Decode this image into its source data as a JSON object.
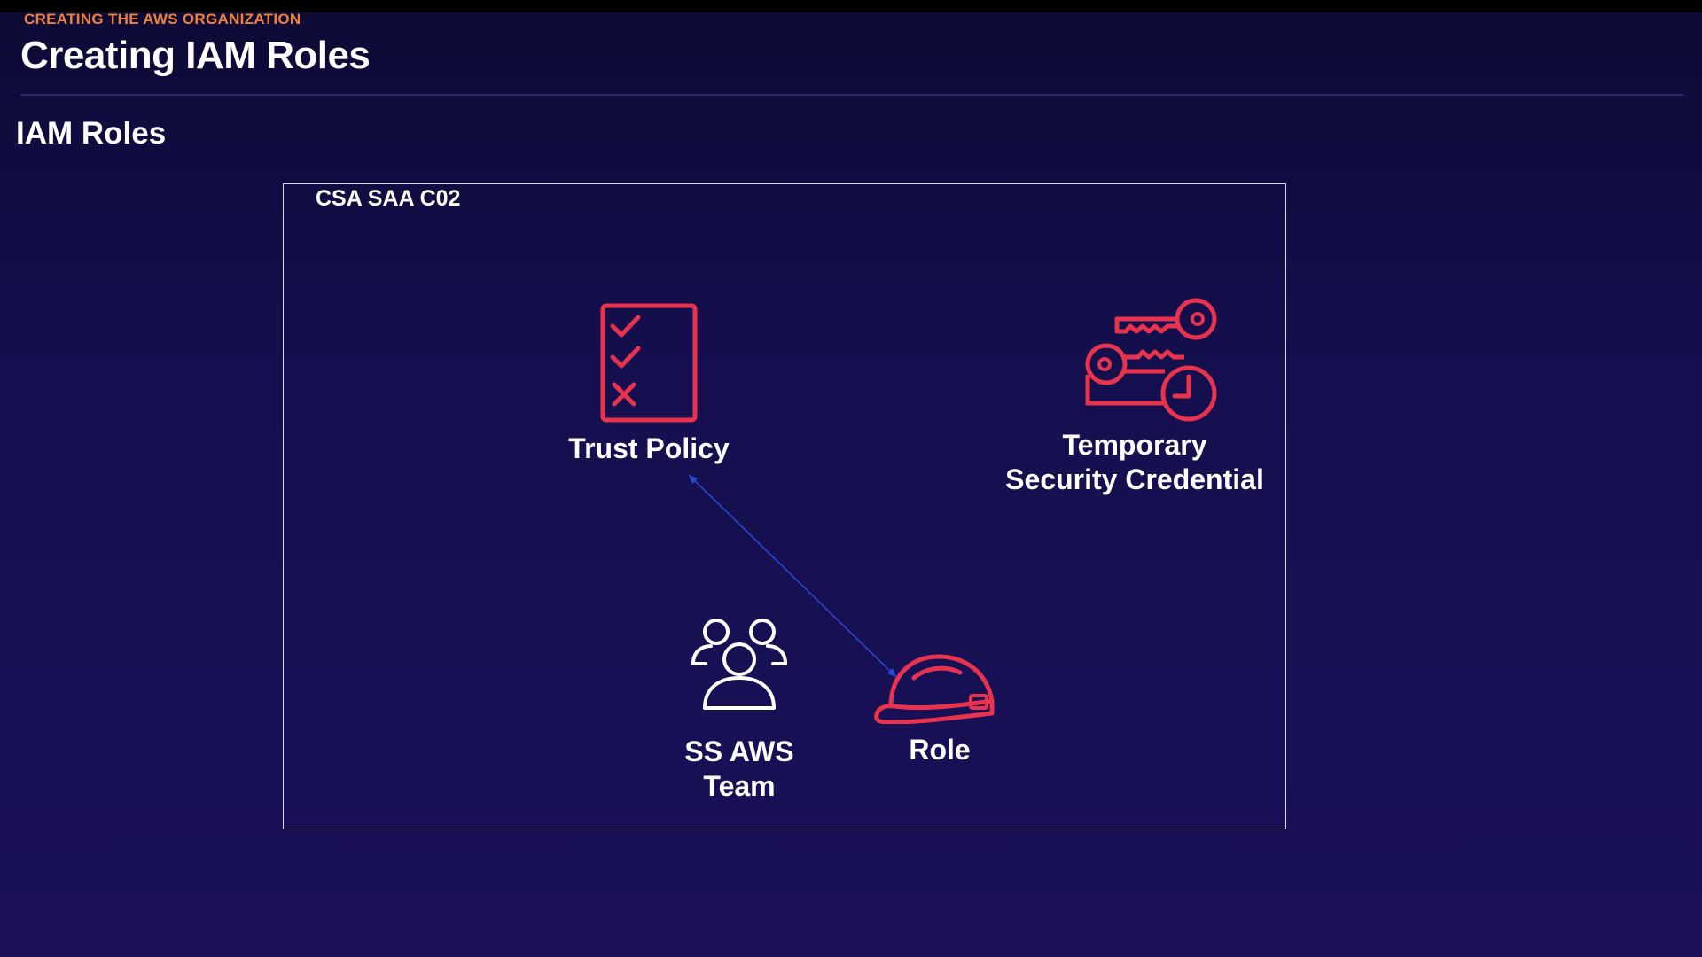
{
  "header": {
    "eyebrow": "CREATING THE AWS ORGANIZATION",
    "title": "Creating IAM Roles"
  },
  "section": {
    "title": "IAM Roles"
  },
  "diagram": {
    "box_label": "CSA SAA C02",
    "nodes": {
      "trust_policy": {
        "label": "Trust Policy",
        "icon": "checklist-icon"
      },
      "temp_credential": {
        "line1": "Temporary",
        "line2": "Security Credential",
        "icon": "keys-clock-icon"
      },
      "team": {
        "line1": "SS AWS",
        "line2": "Team",
        "icon": "users-group-icon"
      },
      "role": {
        "label": "Role",
        "icon": "hard-hat-icon"
      }
    },
    "edges": [
      {
        "from": "role",
        "to": "trust_policy"
      }
    ]
  },
  "colors": {
    "accent": "#e8334f",
    "eyebrow": "#f0803a",
    "text": "#ffffff",
    "connector": "#2a4bd6"
  }
}
